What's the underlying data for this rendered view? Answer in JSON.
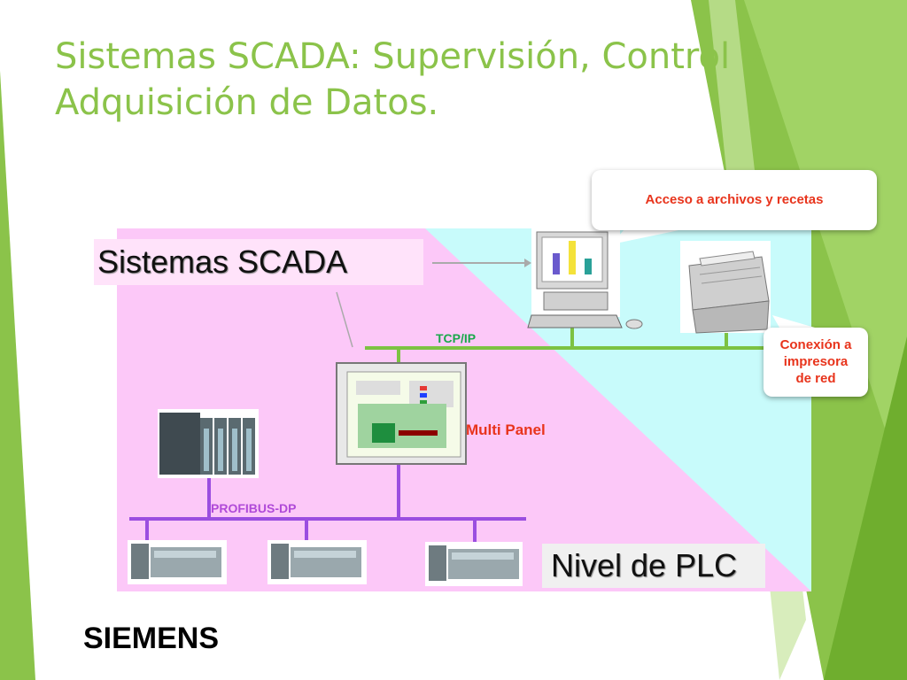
{
  "slide": {
    "title_line1": "Sistemas SCADA: Supervisión, Control y",
    "title_line2": "Adquisición de Datos."
  },
  "diagram": {
    "scada_label": "Sistemas SCADA",
    "plc_label": "Nivel de PLC",
    "tcp_label": "TCP/IP",
    "profibus_label": "PROFIBUS-DP",
    "multipanel_label": "Multi Panel",
    "callout_files": "Acceso a archivos y recetas",
    "callout_printer_line1": "Conexión a",
    "callout_printer_line2": "impresora",
    "callout_printer_line3": "de red",
    "brand": "SIEMENS"
  },
  "colors": {
    "accent_green": "#8bc34a",
    "tcp_green": "#7cc242",
    "profibus_purple": "#9b4ee0",
    "callout_red": "#e8341c",
    "scada_bg": "#c8fbfb",
    "plc_bg": "#fcc8f8"
  },
  "icons": [
    "pc-workstation-icon",
    "network-printer-icon",
    "multi-panel-hmi-icon",
    "plc-cpu-icon",
    "plc-rack-icon"
  ]
}
